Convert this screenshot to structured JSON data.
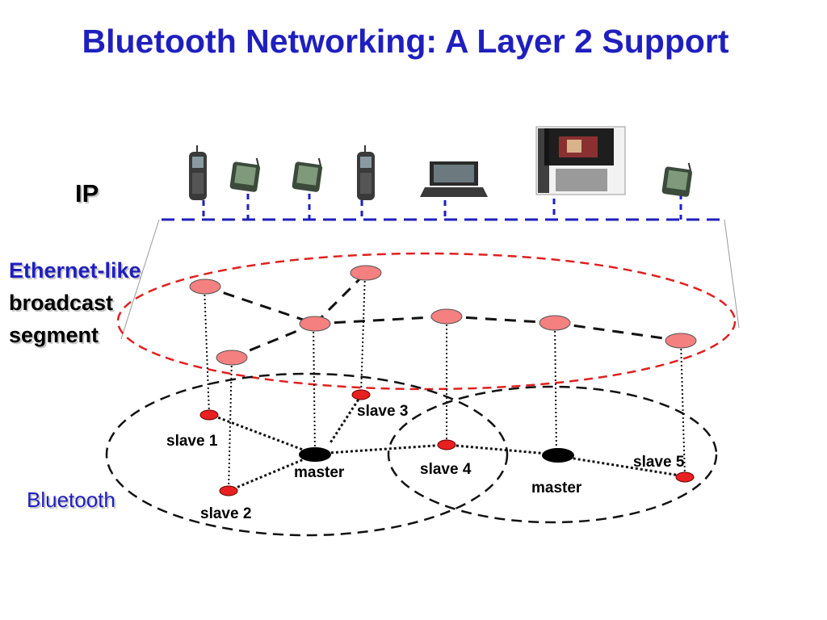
{
  "slide": {
    "title": "Bluetooth Networking: A Layer 2 Support",
    "labels": {
      "ip": "IP",
      "ethernet": "Ethernet-like",
      "broadcast": "broadcast",
      "segment": "segment",
      "bluetooth": "Bluetooth"
    }
  },
  "nodes": {
    "slave1": "slave 1",
    "slave2": "slave 2",
    "slave3": "slave 3",
    "slave4": "slave 4",
    "slave5": "slave 5",
    "master1": "master",
    "master2": "master"
  },
  "devices": [
    {
      "name": "phone-icon"
    },
    {
      "name": "pda-icon"
    },
    {
      "name": "pda-icon"
    },
    {
      "name": "phone-icon"
    },
    {
      "name": "laptop-icon"
    },
    {
      "name": "laptop-icon"
    },
    {
      "name": "pda-icon"
    }
  ],
  "colors": {
    "title": "#1f1fbf",
    "ip_bus": "#1f1fbf",
    "ellipse": "#e02020",
    "node_pink": "#f48080",
    "bt_slave": "#e82020",
    "bt_master": "#000000"
  }
}
